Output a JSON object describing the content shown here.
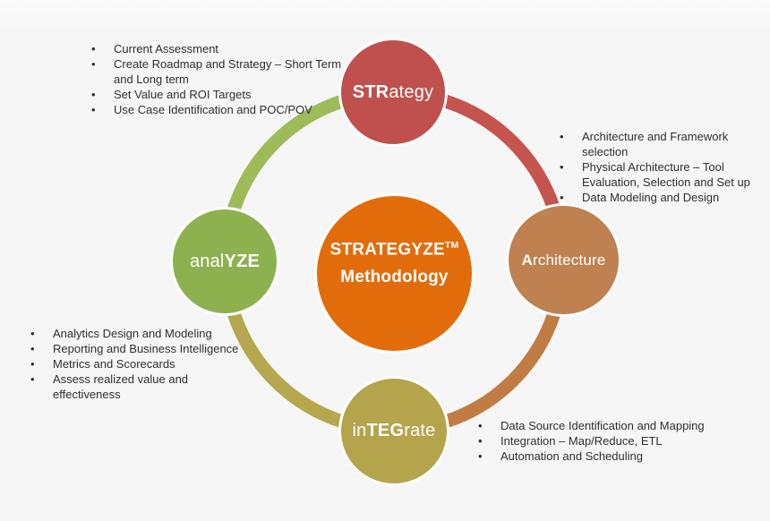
{
  "colors": {
    "background": "#f5f6f5",
    "center_circle": "#e36c0a",
    "strategy_circle": "#c0504d",
    "architecture_circle": "#bf8150",
    "integrate_circle": "#b4a44c",
    "analyze_circle": "#8eb14f",
    "arc_analyze_to_strategy": "#9dbb59",
    "arc_strategy_to_architecture": "#c5544e",
    "arc_architecture_to_integrate": "#c07c42",
    "arc_integrate_to_analyze": "#b6a74e",
    "circle_text": "#ffffff",
    "notes_text": "#2f2f2f"
  },
  "center": {
    "line1": "STRATEGYZE",
    "tm": "TM",
    "line2": "Methodology"
  },
  "nodes": {
    "strategy": {
      "pre": "",
      "bold": "STR",
      "post": "ategy"
    },
    "architecture": {
      "pre": "",
      "bold": "A",
      "post": "rchitecture"
    },
    "integrate": {
      "pre": "in",
      "bold": "TEG",
      "post": "rate"
    },
    "analyze": {
      "pre": "anal",
      "bold": "YZE",
      "post": ""
    }
  },
  "notes": {
    "strategy": [
      "Current Assessment",
      "Create Roadmap and Strategy – Short Term\nand Long term",
      "Set Value and ROI Targets",
      "Use Case Identification and POC/POV"
    ],
    "architecture": [
      "Architecture and Framework\nselection",
      "Physical Architecture – Tool\nEvaluation, Selection and Set up",
      "Data Modeling and Design"
    ],
    "integrate": [
      "Data Source Identification and Mapping",
      "Integration – Map/Reduce, ETL",
      "Automation and Scheduling"
    ],
    "analyze": [
      "Analytics Design and Modeling",
      "Reporting and Business Intelligence",
      "Metrics and Scorecards",
      "Assess realized value and\neffectiveness"
    ]
  }
}
